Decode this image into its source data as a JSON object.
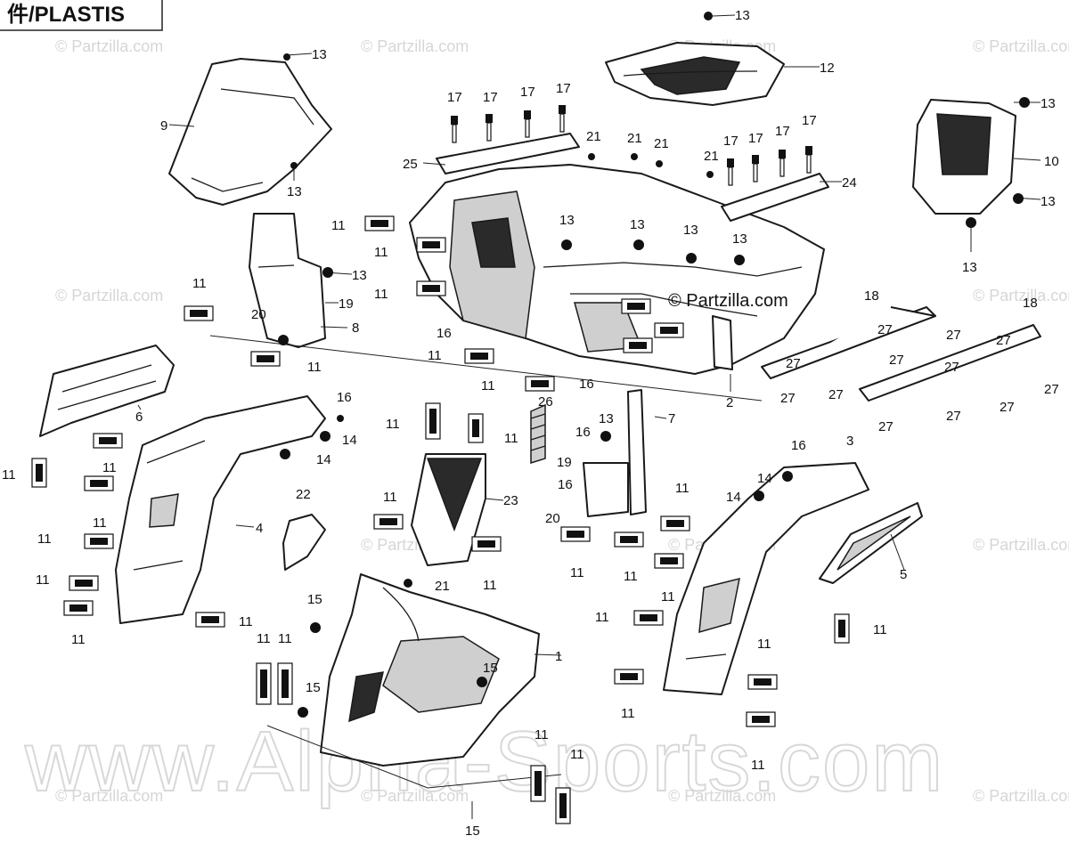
{
  "header": {
    "title": "件/PLASTIS"
  },
  "credit": "© Partzilla.com",
  "watermarks": {
    "small": "© Partzilla.com",
    "large": "www.Alpha-Sports.com"
  },
  "callouts": [
    "1",
    "2",
    "3",
    "4",
    "5",
    "6",
    "7",
    "8",
    "9",
    "10",
    "11",
    "12",
    "13",
    "14",
    "15",
    "16",
    "17",
    "18",
    "19",
    "20",
    "21",
    "22",
    "23",
    "24",
    "25",
    "26",
    "27"
  ]
}
